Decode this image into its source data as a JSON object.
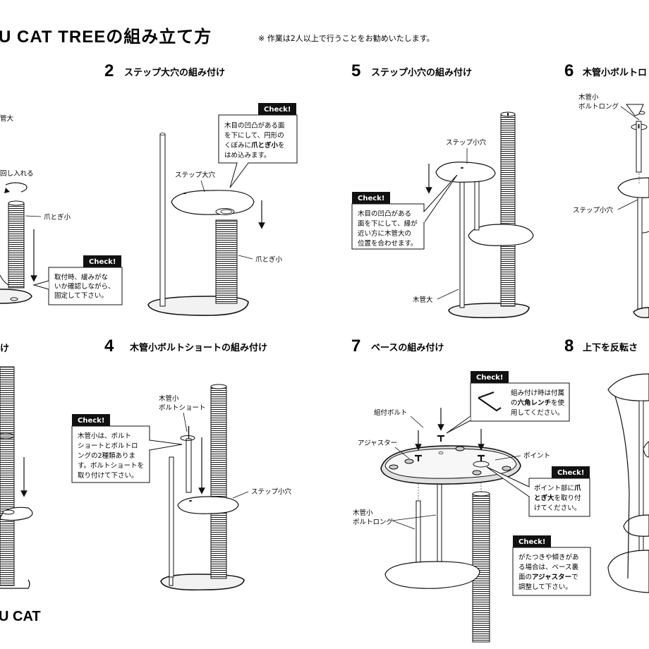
{
  "header": {
    "title": "U CAT TREEの組み立て方",
    "note": "※ 作業は2人以上で行うことをお勧めいたします。"
  },
  "footer": {
    "brand": "U CAT"
  },
  "check_label": "Check!",
  "steps": {
    "s1": {
      "labels": [
        "管大",
        "回し入れる",
        "爪とぎ小"
      ],
      "callout": [
        "取付時、緩みがな",
        "いか確認しながら、",
        "固定して下さい。"
      ]
    },
    "s2": {
      "num": "2",
      "title": "ステップ大穴の組み付け",
      "labels": [
        "ステップ大穴",
        "爪とぎ小"
      ],
      "callout": [
        "木目の凹凸がある面",
        "を下にして、円形の",
        "くぼみに",
        "爪とぎ小",
        "を",
        "はめ込みます。"
      ]
    },
    "s3": {
      "title_tail": "け"
    },
    "s4": {
      "num": "4",
      "title": "木管小ボルトショートの組み付け",
      "labels": [
        "木管小",
        "ボルトショート",
        "ステップ小穴"
      ],
      "callout": [
        "木管小は、ボルト",
        "ショートとボルトロ",
        "ングの2種類ありま",
        "す。ボルトショートを",
        "取り付けて下さい。"
      ]
    },
    "s5": {
      "num": "5",
      "title": "ステップ小穴の組み付け",
      "labels": [
        "ステップ小穴",
        "木管大"
      ],
      "callout": [
        "木目の凹凸がある",
        "面を下にして、縁が",
        "近い方に木管大の",
        "位置を合わせます。"
      ]
    },
    "s6": {
      "num": "6",
      "title": "木管小ボルトロ",
      "labels": [
        "木管小",
        "ボルトロング",
        "ステップ小穴"
      ]
    },
    "s7": {
      "num": "7",
      "title": "ベースの組み付け",
      "labels": [
        "組付ボルト",
        "アジャスター",
        "ポイント",
        "木管小",
        "ボルトロング"
      ],
      "callout_a": [
        "組み付け時は付属",
        "の",
        "六角レンチ",
        "を使",
        "用してください。"
      ],
      "callout_b": [
        "ポイント部に",
        "爪",
        "とぎ大",
        "を取り付",
        "けてください。"
      ],
      "callout_c": [
        "がたつきや傾きがあ",
        "る場合は、ベース裏",
        "面の",
        "アジャスター",
        "で",
        "調整して下さい。"
      ]
    },
    "s8": {
      "num": "8",
      "title": "上下を反転さ"
    }
  },
  "colors": {
    "check_bg": "#111111",
    "line": "#111111",
    "base_fill": "#f2f2f2"
  }
}
